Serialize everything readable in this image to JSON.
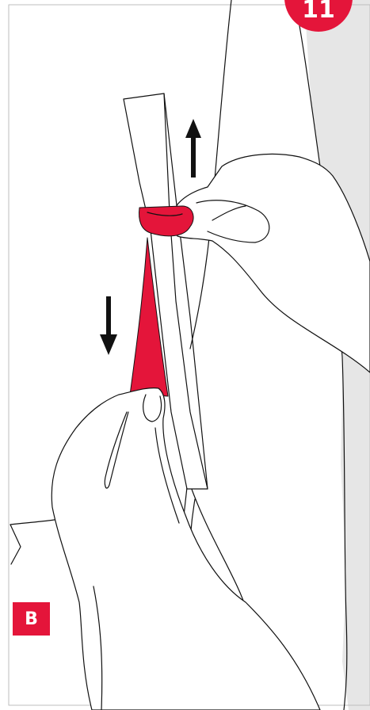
{
  "step": {
    "number": "11"
  },
  "panel": {
    "label": "B"
  },
  "colors": {
    "accent": "#e4153a",
    "backdrop": "#e6e6e6",
    "line": "#111111",
    "paper": "#ffffff"
  },
  "figure": {
    "elements": [
      "tape-strip",
      "red-backing-tab",
      "red-peeled-backing",
      "upper-hand",
      "lower-hand",
      "up-arrow",
      "down-arrow",
      "garment-outline"
    ]
  }
}
